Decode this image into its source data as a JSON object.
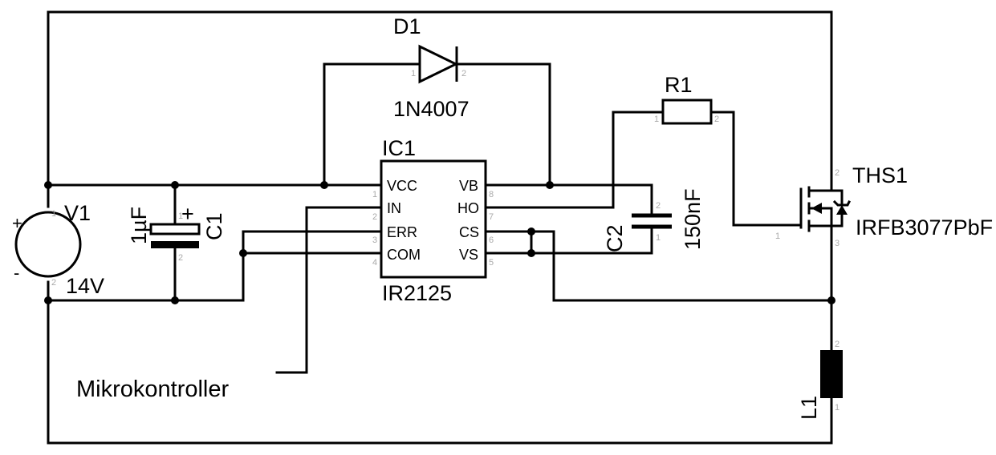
{
  "components": {
    "d1": {
      "ref": "D1",
      "value": "1N4007",
      "pin1": "1",
      "pin2": "2"
    },
    "r1": {
      "ref": "R1",
      "pin1": "1",
      "pin2": "2"
    },
    "ic1": {
      "ref": "IC1",
      "value": "IR2125",
      "pins_left": [
        {
          "name": "VCC",
          "num": "1"
        },
        {
          "name": "IN",
          "num": "2"
        },
        {
          "name": "ERR",
          "num": "3"
        },
        {
          "name": "COM",
          "num": "4"
        }
      ],
      "pins_right": [
        {
          "name": "VB",
          "num": "8"
        },
        {
          "name": "HO",
          "num": "7"
        },
        {
          "name": "CS",
          "num": "6"
        },
        {
          "name": "VS",
          "num": "5"
        }
      ]
    },
    "v1": {
      "ref": "V1",
      "value": "14V",
      "plus": "+",
      "minus": "-",
      "pin1": "1",
      "pin2": "2"
    },
    "c1": {
      "ref": "C1",
      "value": "1µF",
      "plus": "+",
      "pin1": "1",
      "pin2": "2"
    },
    "c2": {
      "ref": "C2",
      "value": "150nF",
      "pin1": "1",
      "pin2": "2"
    },
    "ths1": {
      "ref": "THS1",
      "value": "IRFB3077PbF",
      "pin1": "1",
      "pin2": "2",
      "pin3": "3"
    },
    "l1": {
      "ref": "L1",
      "pin1": "1",
      "pin2": "2"
    }
  },
  "labels": {
    "microcontroller": "Mikrokontroller"
  }
}
